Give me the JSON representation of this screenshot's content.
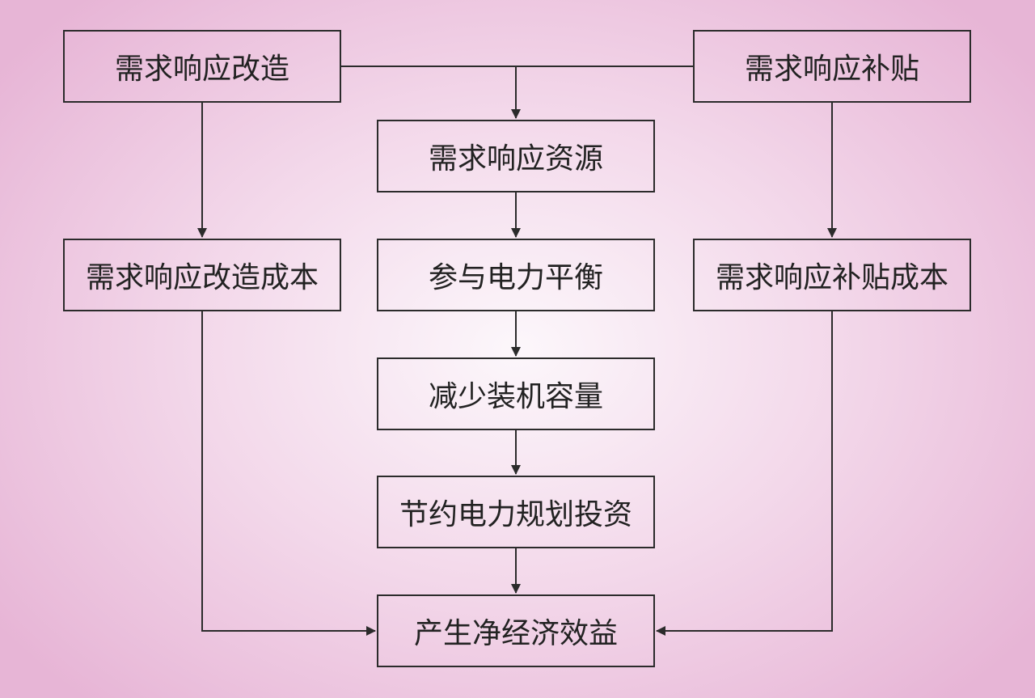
{
  "diagram": {
    "nodes": {
      "dr_retrofit": "需求响应改造",
      "dr_subsidy": "需求响应补贴",
      "dr_resource": "需求响应资源",
      "retrofit_cost": "需求响应改造成本",
      "power_balance": "参与电力平衡",
      "subsidy_cost": "需求响应补贴成本",
      "reduce_capacity": "减少装机容量",
      "save_investment": "节约电力规划投资",
      "net_benefit": "产生净经济效益"
    },
    "edges": [
      [
        "dr_retrofit",
        "dr_resource"
      ],
      [
        "dr_subsidy",
        "dr_resource"
      ],
      [
        "dr_retrofit",
        "retrofit_cost"
      ],
      [
        "dr_subsidy",
        "subsidy_cost"
      ],
      [
        "dr_resource",
        "power_balance"
      ],
      [
        "power_balance",
        "reduce_capacity"
      ],
      [
        "reduce_capacity",
        "save_investment"
      ],
      [
        "save_investment",
        "net_benefit"
      ],
      [
        "retrofit_cost",
        "net_benefit"
      ],
      [
        "subsidy_cost",
        "net_benefit"
      ]
    ],
    "colors": {
      "background_center": "#fcf7fb",
      "background_edge": "#e7b5d6",
      "line": "#2b2b2b",
      "text": "#222222"
    }
  }
}
